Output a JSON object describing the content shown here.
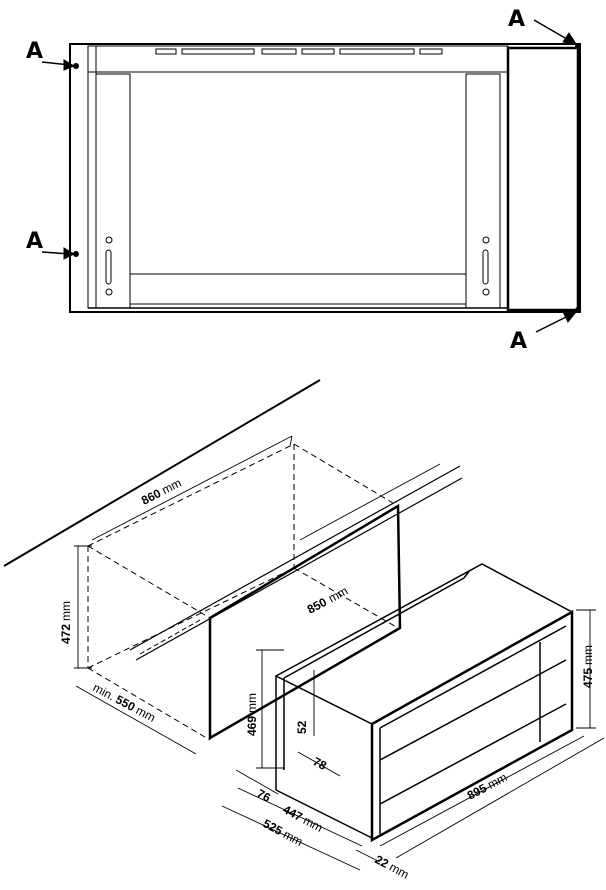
{
  "top_view": {
    "callout_letter": "A"
  },
  "installation_view": {
    "dimensions": {
      "niche_width": {
        "value": "860",
        "unit": "mm"
      },
      "niche_height": {
        "value": "472",
        "unit": "mm"
      },
      "niche_depth": {
        "prefix": "min.",
        "value": "550",
        "unit": "mm"
      },
      "panel_width": {
        "value": "850",
        "unit": "mm"
      },
      "appliance_height": {
        "value": "475",
        "unit": "mm"
      },
      "body_height": {
        "value": "469",
        "unit": "mm"
      },
      "front_width": {
        "value": "895",
        "unit": "mm"
      },
      "depth_447": {
        "value": "447",
        "unit": "mm"
      },
      "depth_525": {
        "value": "525",
        "unit": "mm"
      },
      "front_thickness": {
        "value": "22",
        "unit": "mm"
      },
      "offset_76": {
        "value": "76"
      },
      "offset_78": {
        "value": "78"
      },
      "height_52": {
        "value": "52"
      }
    }
  }
}
